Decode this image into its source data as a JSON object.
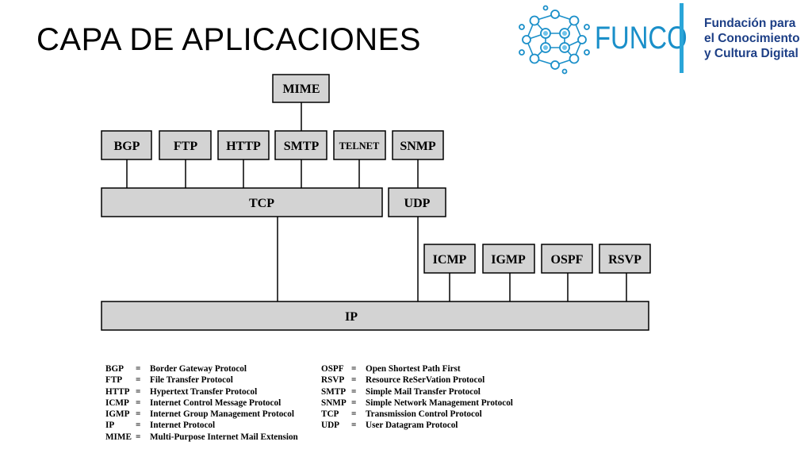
{
  "slide": {
    "title": "CAPA DE APLICACIONES"
  },
  "logo": {
    "wordmark": "FUNCO",
    "subtitle_lines": [
      "Fundación para",
      "el Conocimiento",
      "y Cultura Digital"
    ],
    "brand_blue": "#1a8fc9",
    "brand_navy": "#1d3f86"
  },
  "diagram": {
    "box_fill": "#d3d3d3",
    "box_stroke": "#000000",
    "labels": {
      "mime": "MIME",
      "bgp": "BGP",
      "ftp": "FTP",
      "http": "HTTP",
      "smtp": "SMTP",
      "telnet": "TELNET",
      "snmp": "SNMP",
      "tcp": "TCP",
      "udp": "UDP",
      "icmp": "ICMP",
      "igmp": "IGMP",
      "ospf": "OSPF",
      "rsvp": "RSVP",
      "ip": "IP"
    }
  },
  "legend": {
    "equals": "=",
    "left": [
      {
        "abbr": "BGP",
        "desc": "Border Gateway Protocol"
      },
      {
        "abbr": "FTP",
        "desc": "File Transfer Protocol"
      },
      {
        "abbr": "HTTP",
        "desc": "Hypertext Transfer Protocol"
      },
      {
        "abbr": "ICMP",
        "desc": "Internet Control Message Protocol"
      },
      {
        "abbr": "IGMP",
        "desc": "Internet Group Management Protocol"
      },
      {
        "abbr": "IP",
        "desc": "Internet Protocol"
      },
      {
        "abbr": "MIME",
        "desc": "Multi-Purpose Internet Mail Extension"
      }
    ],
    "right": [
      {
        "abbr": "OSPF",
        "desc": "Open Shortest Path First"
      },
      {
        "abbr": "RSVP",
        "desc": "Resource ReSerVation Protocol"
      },
      {
        "abbr": "SMTP",
        "desc": "Simple Mail Transfer Protocol"
      },
      {
        "abbr": "SNMP",
        "desc": "Simple Network Management Protocol"
      },
      {
        "abbr": "TCP",
        "desc": "Transmission Control Protocol"
      },
      {
        "abbr": "UDP",
        "desc": "User Datagram Protocol"
      }
    ]
  }
}
